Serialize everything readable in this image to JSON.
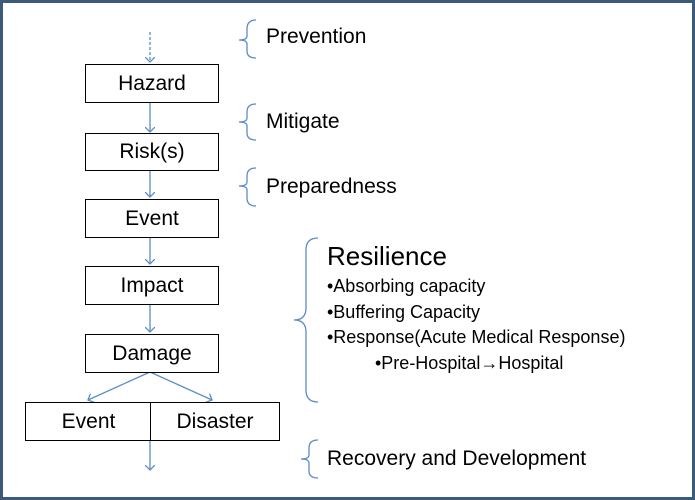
{
  "flow": {
    "hazard": "Hazard",
    "risks": "Risk(s)",
    "event": "Event",
    "impact": "Impact",
    "damage": "Damage",
    "split_event": "Event",
    "split_disaster": "Disaster"
  },
  "phases": {
    "prevention": "Prevention",
    "mitigate": "Mitigate",
    "preparedness": "Preparedness",
    "recovery": "Recovery and Development"
  },
  "resilience": {
    "title": "Resilience",
    "items": [
      "•Absorbing capacity",
      "•Buffering Capacity",
      "•Response(Acute Medical Response)"
    ],
    "sub_item_prefix": "•Pre-Hospital",
    "sub_item_arrow": "→",
    "sub_item_suffix": "Hospital"
  },
  "colors": {
    "frame": "#3d5a7a",
    "connector": "#5b8cc7",
    "box_border": "#000000"
  }
}
